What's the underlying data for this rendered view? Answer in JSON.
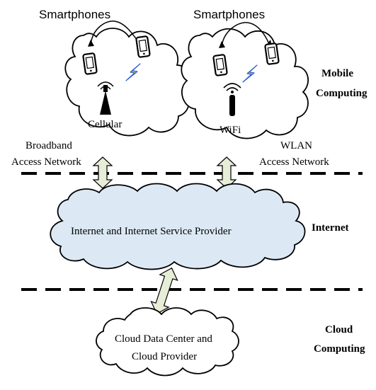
{
  "smartphones_left_label": "Smartphones",
  "smartphones_right_label": "Smartphones",
  "cellular_label": "Cellular",
  "wifi_label": "WiFi",
  "broadband_line1": "Broadband",
  "broadband_line2": "Access Network",
  "wlan_line1": "WLAN",
  "wlan_line2": "Access Network",
  "internet_cloud_label": "Internet and Internet Service Provider",
  "datacenter_line1": "Cloud Data Center and",
  "datacenter_line2": "Cloud Provider",
  "layers": {
    "mobile_line1": "Mobile",
    "mobile_line2": "Computing",
    "internet": "Internet",
    "cloud_line1": "Cloud",
    "cloud_line2": "Computing"
  },
  "colors": {
    "arrow_fill": "#e6eed8",
    "internet_cloud_fill": "#dce9f5",
    "lightning": "#f2c200",
    "lightning_blue": "#2f5fd0"
  }
}
